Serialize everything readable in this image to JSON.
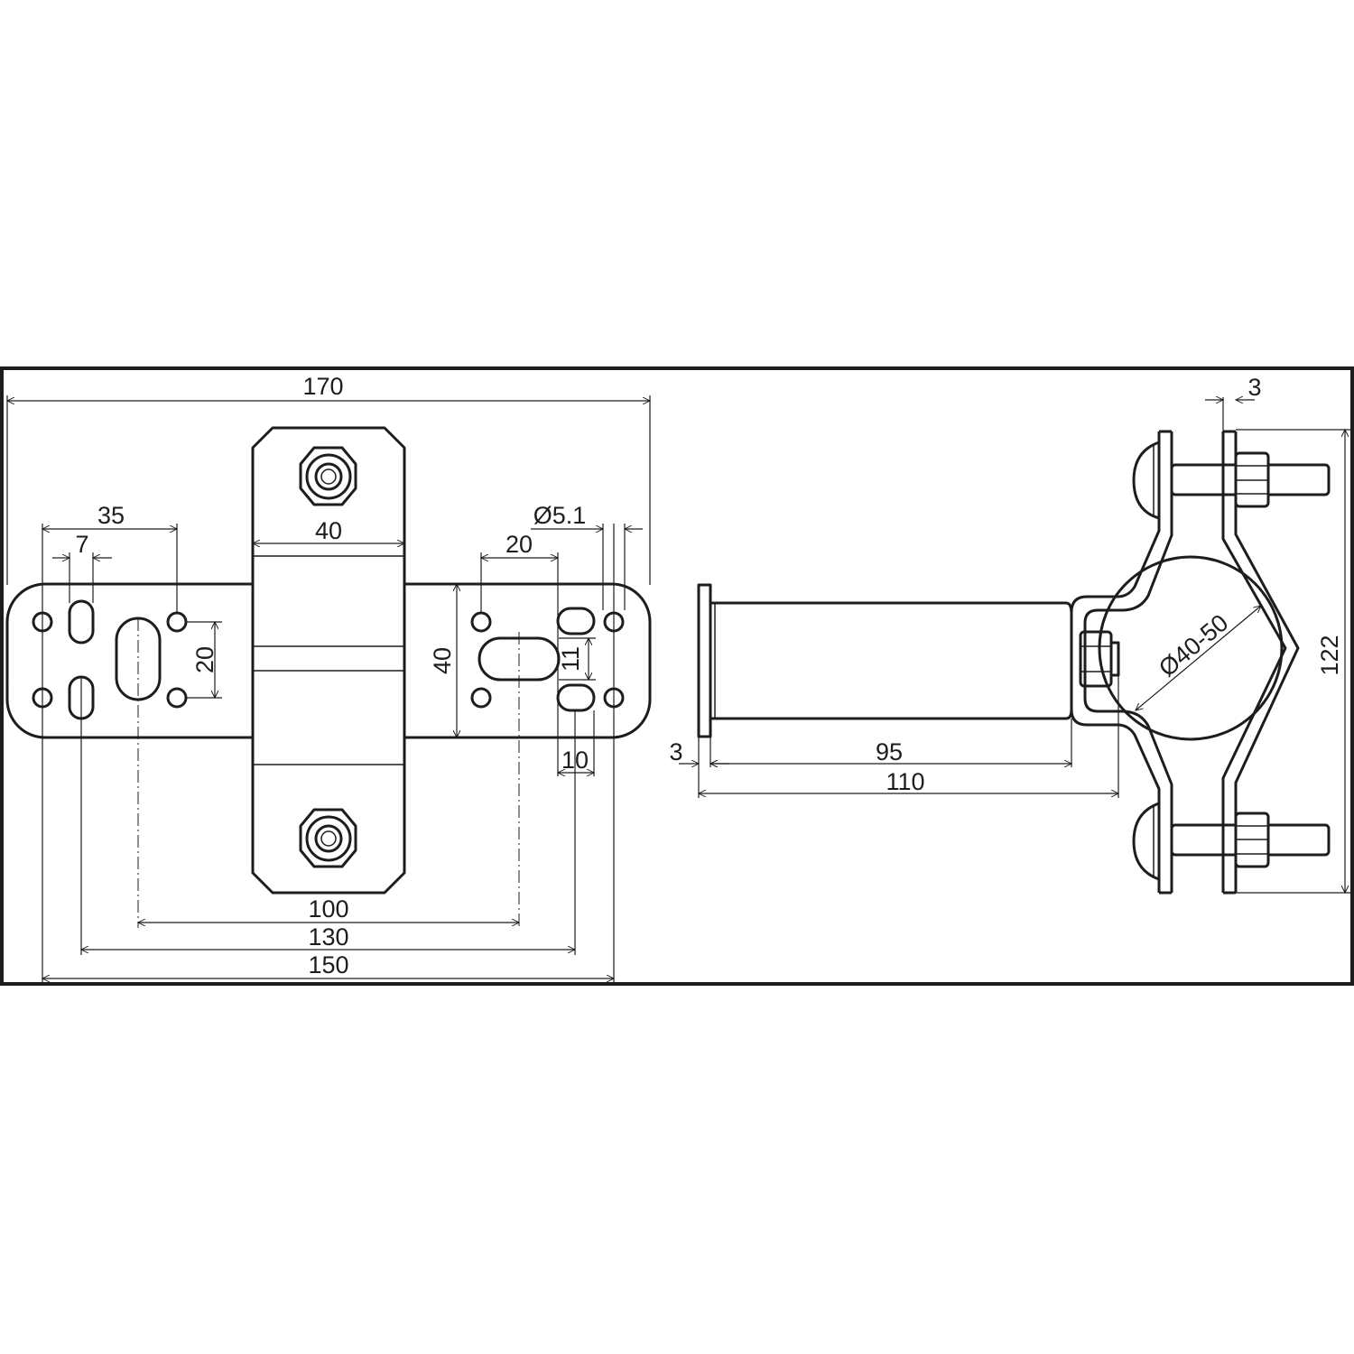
{
  "colors": {
    "line": "#1d1d1b",
    "background": "#ffffff"
  },
  "front_view": {
    "overall_length": "170",
    "hole_pitch_150": "150",
    "hole_pitch_130": "130",
    "slot_pitch_100": "100",
    "clamp_width": "40",
    "plate_height": "40",
    "offset_35": "35",
    "slot_width_7": "7",
    "hole_spacing_20v": "20",
    "spacing_20h": "20",
    "hole_diameter": "Ø5.1",
    "slot_height_11": "11",
    "spacing_10": "10"
  },
  "side_view": {
    "plate_thickness_3_top": "3",
    "clamp_height": "122",
    "pipe_range": "Ø40-50",
    "plate_thickness_3_left": "3",
    "tube_length": "95",
    "standoff_length": "110"
  }
}
